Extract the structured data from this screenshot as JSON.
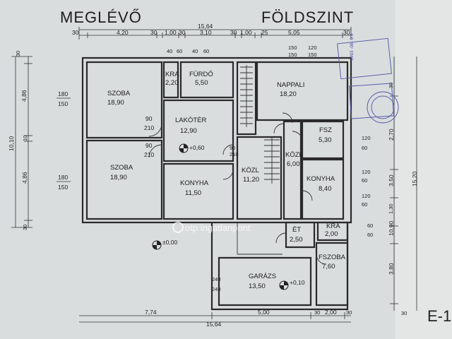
{
  "title": {
    "left": "MEGLÉVŐ",
    "right": "FÖLDSZINT"
  },
  "rooms": [
    {
      "id": "szoba1",
      "name": "SZOBA",
      "area": "18,90"
    },
    {
      "id": "kamra1",
      "name": "KRA",
      "area": "2,20"
    },
    {
      "id": "furdo",
      "name": "FÜRDŐ",
      "area": "5,50"
    },
    {
      "id": "nappali",
      "name": "NAPPALI",
      "area": "18,20"
    },
    {
      "id": "lakoter",
      "name": "LAKÓTÉR",
      "area": "12,90"
    },
    {
      "id": "fsz",
      "name": "FSZ",
      "area": "5,30"
    },
    {
      "id": "kozl1",
      "name": "KÖZL",
      "area": "6,00"
    },
    {
      "id": "szoba2",
      "name": "SZOBA",
      "area": "18,90"
    },
    {
      "id": "konyha1",
      "name": "KONYHA",
      "area": "11,50"
    },
    {
      "id": "kozl2",
      "name": "KÖZL",
      "area": "11,20"
    },
    {
      "id": "konyha2",
      "name": "KONYHA",
      "area": "8,40"
    },
    {
      "id": "kamra2",
      "name": "KRA",
      "area": "2,00"
    },
    {
      "id": "et",
      "name": "ÉT",
      "area": "2,50"
    },
    {
      "id": "fszoba",
      "name": "FSZOBA",
      "area": "7,60"
    },
    {
      "id": "garazs",
      "name": "GARÁZS",
      "area": "13,50"
    }
  ],
  "levels": {
    "l1": "+0,60",
    "l2": "±0,00",
    "l3": "+0,10"
  },
  "dims_top": {
    "total": "15,64",
    "row": [
      "30",
      "4,20",
      "30",
      "1,00",
      "30",
      "3,10",
      "30",
      "1,00",
      "25",
      "5,05",
      "30"
    ]
  },
  "dims_bottom": {
    "a": "7,74",
    "b": "5,00",
    "c": "2,00",
    "total": "15,64",
    "w1": "30",
    "w2": "30"
  },
  "dims_left": [
    "30",
    "4,86",
    "10,10",
    "10",
    "4,86",
    "30"
  ],
  "dims_right": [
    "30",
    "2,70",
    "3,80",
    "15,20",
    "3,50",
    "1,30",
    "10,90",
    "30"
  ],
  "openings": {
    "w180": "180",
    "w150": "150",
    "d90": "90",
    "d210": "210",
    "d40": "40",
    "d60": "60",
    "d150": "150",
    "d120": "120",
    "d240": "240"
  },
  "stamp": {
    "date": "1993 -08- 0 8",
    "code": "E-1"
  },
  "watermark": "otp ingatlanpont"
}
